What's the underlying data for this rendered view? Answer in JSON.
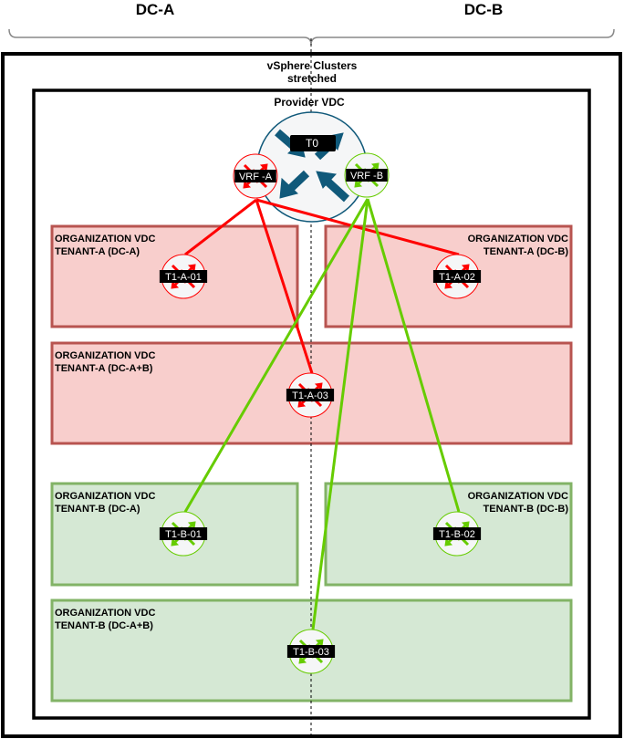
{
  "regions": {
    "dc_a": "DC-A",
    "dc_b": "DC-B"
  },
  "containers": {
    "cluster": {
      "line1": "vSphere Clusters",
      "line2": "stretched"
    },
    "provider_vdc": "Provider VDC"
  },
  "colors": {
    "tenant_a_fill": "#f8cecc",
    "tenant_a_stroke": "#b85450",
    "tenant_a_link": "#ff0000",
    "tenant_b_fill": "#d5e8d4",
    "tenant_b_stroke": "#82b366",
    "tenant_b_link": "#66cc00",
    "t0_icon": "#10597a"
  },
  "t0": {
    "label": "T0"
  },
  "vrfs": [
    {
      "id": "vrf-a",
      "label": "VRF -A",
      "tenant": "a"
    },
    {
      "id": "vrf-b",
      "label": "VRF -B",
      "tenant": "b"
    }
  ],
  "org_vdcs": [
    {
      "id": "ta-dca",
      "tenant": "a",
      "line1": "ORGANIZATION VDC",
      "line2": "TENANT-A (DC-A)",
      "align": "left"
    },
    {
      "id": "ta-dcb",
      "tenant": "a",
      "line1": "ORGANIZATION VDC",
      "line2": "TENANT-A (DC-B)",
      "align": "right"
    },
    {
      "id": "ta-dcab",
      "tenant": "a",
      "line1": "ORGANIZATION VDC",
      "line2": "TENANT-A (DC-A+B)",
      "align": "left"
    },
    {
      "id": "tb-dca",
      "tenant": "b",
      "line1": "ORGANIZATION VDC",
      "line2": "TENANT-B (DC-A)",
      "align": "left"
    },
    {
      "id": "tb-dcb",
      "tenant": "b",
      "line1": "ORGANIZATION VDC",
      "line2": "TENANT-B (DC-B)",
      "align": "right"
    },
    {
      "id": "tb-dcab",
      "tenant": "b",
      "line1": "ORGANIZATION VDC",
      "line2": "TENANT-B (DC-A+B)",
      "align": "left"
    }
  ],
  "t1_routers": [
    {
      "id": "t1-a-01",
      "label": "T1-A-01",
      "tenant": "a",
      "uplink": "VRF -A"
    },
    {
      "id": "t1-a-02",
      "label": "T1-A-02",
      "tenant": "a",
      "uplink": "VRF -A"
    },
    {
      "id": "t1-a-03",
      "label": "T1-A-03",
      "tenant": "a",
      "uplink": "VRF -A"
    },
    {
      "id": "t1-b-01",
      "label": "T1-B-01",
      "tenant": "b",
      "uplink": "VRF -B"
    },
    {
      "id": "t1-b-02",
      "label": "T1-B-02",
      "tenant": "b",
      "uplink": "VRF -B"
    },
    {
      "id": "t1-b-03",
      "label": "T1-B-03",
      "tenant": "b",
      "uplink": "VRF -B"
    }
  ]
}
